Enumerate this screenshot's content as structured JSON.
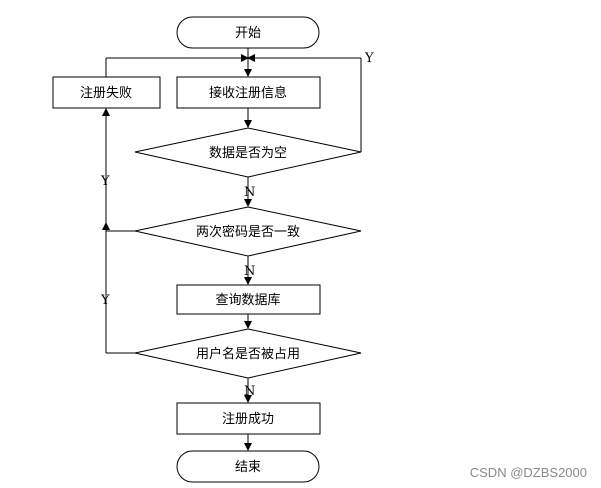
{
  "nodes": {
    "start": "开始",
    "receive": "接收注册信息",
    "fail": "注册失败",
    "data_empty": "数据是否为空",
    "pwd_match": "两次密码是否一致",
    "query_db": "查询数据库",
    "name_taken": "用户名是否被占用",
    "success": "注册成功",
    "end": "结束"
  },
  "edge_labels": {
    "empty_yes": "Y",
    "empty_no": "N",
    "pwd_yes": "Y",
    "pwd_no": "N",
    "taken_yes": "Y",
    "taken_no": "N"
  },
  "watermark": "CSDN @DZBS2000"
}
